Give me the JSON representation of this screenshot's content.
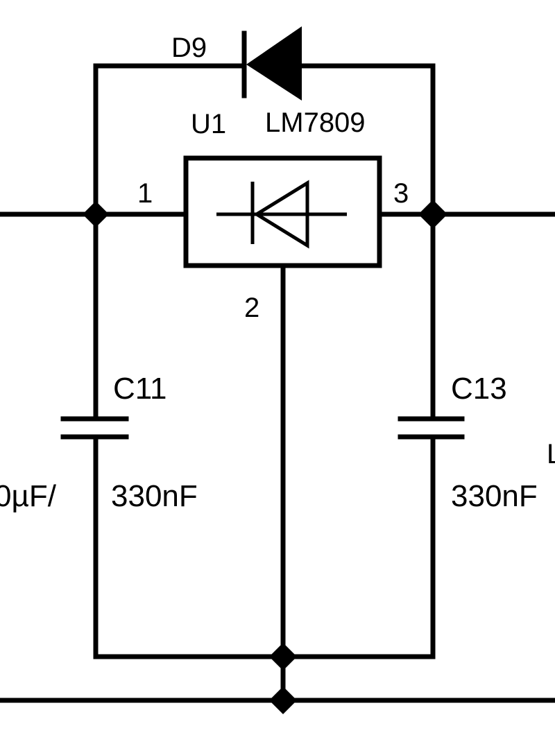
{
  "schematic": {
    "diode_top": {
      "ref": "D9"
    },
    "regulator": {
      "ref": "U1",
      "part": "LM7809",
      "pins": {
        "in": "1",
        "gnd": "2",
        "out": "3"
      }
    },
    "cap_left": {
      "ref": "C11",
      "value": "330nF"
    },
    "cap_right": {
      "ref": "C13",
      "value": "330nF"
    },
    "partial_left_text": "0µF/",
    "partial_right_text": "L"
  }
}
